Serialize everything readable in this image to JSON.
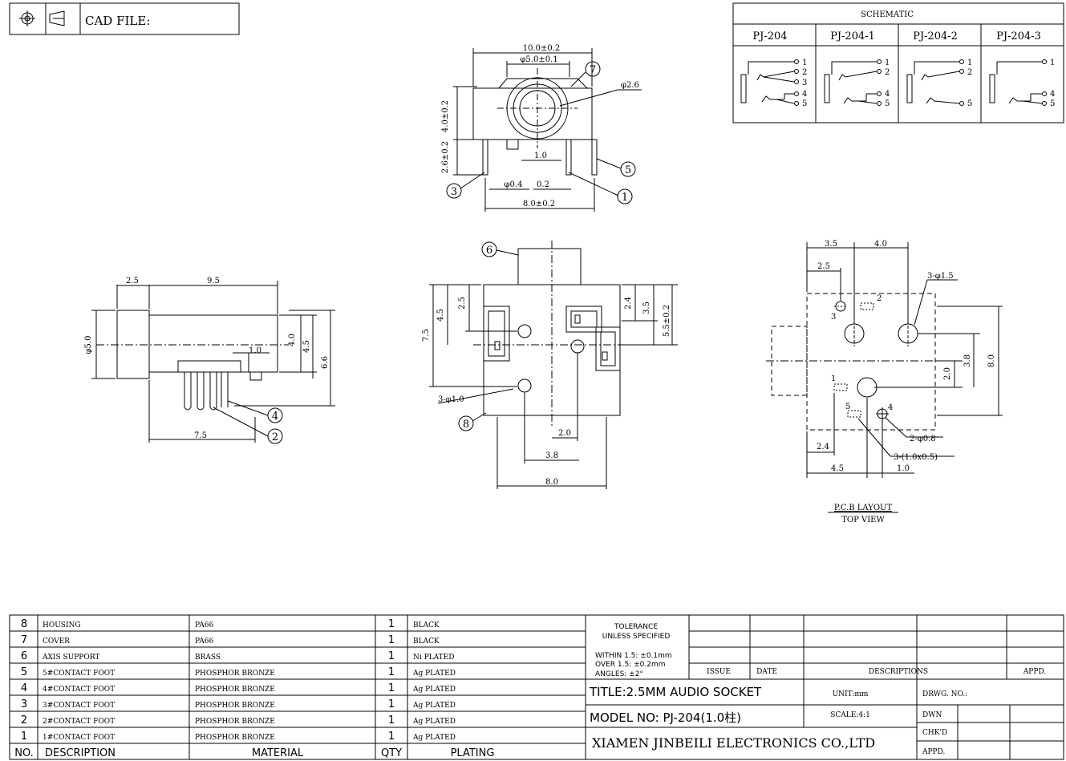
{
  "title_block_top": {
    "cad_label": "CAD FILE:"
  },
  "schematic": {
    "title": "SCHEMATIC",
    "variants": [
      "PJ-204",
      "PJ-204-1",
      "PJ-204-2",
      "PJ-204-3"
    ],
    "pins": {
      "v0": [
        "1",
        "2",
        "3",
        "4",
        "5"
      ],
      "v1": [
        "1",
        "2",
        "4",
        "5"
      ],
      "v2": [
        "1",
        "2",
        "5"
      ],
      "v3": [
        "1",
        "4",
        "5"
      ]
    }
  },
  "front_view": {
    "dims": [
      "10.0±0.2",
      "φ5.0±0.1",
      "φ2.6",
      "4.0±0.2",
      "2.6±0.2",
      "1.0",
      "φ0.4",
      "0.2",
      "8.0±0.2"
    ],
    "callouts": [
      "7",
      "5",
      "1",
      "3"
    ]
  },
  "side_view": {
    "dims": [
      "2.5",
      "9.5",
      "φ5.0",
      "4.0",
      "4.5",
      "6.6",
      "1.0",
      "7.5"
    ],
    "callouts": [
      "4",
      "2"
    ]
  },
  "top_view": {
    "dims": [
      "7.5",
      "4.5",
      "2.5",
      "2.4",
      "3.5",
      "5.5±0.2",
      "3-φ1.0",
      "2.0",
      "3.8",
      "8.0"
    ],
    "callouts": [
      "6",
      "8"
    ]
  },
  "pcb_layout": {
    "dims": [
      "3.5",
      "4.0",
      "2.5",
      "3-φ1.5",
      "2",
      "3",
      "1",
      "5",
      "4",
      "2.0",
      "3.8",
      "8.0",
      "2-φ0.8",
      "3-(1.0x0.5)",
      "2.4",
      "4.5",
      "1.0"
    ],
    "caption_main": "P.C.B LAYOUT",
    "caption_sub": "TOP VIEW"
  },
  "bom": {
    "headers": {
      "no": "NO.",
      "description": "DESCRIPTION",
      "material": "MATERIAL",
      "qty": "QTY",
      "plating": "PLATING"
    },
    "rows": [
      {
        "no": "8",
        "description": "HOUSING",
        "material": "PA66",
        "qty": "1",
        "plating": "BLACK"
      },
      {
        "no": "7",
        "description": "COVER",
        "material": "PA66",
        "qty": "1",
        "plating": "BLACK"
      },
      {
        "no": "6",
        "description": "AXIS SUPPORT",
        "material": "BRASS",
        "qty": "1",
        "plating": "Ni PLATED"
      },
      {
        "no": "5",
        "description": "5#CONTACT FOOT",
        "material": "PHOSPHOR BRONZE",
        "qty": "1",
        "plating": "Ag PLATED"
      },
      {
        "no": "4",
        "description": "4#CONTACT FOOT",
        "material": "PHOSPHOR BRONZE",
        "qty": "1",
        "plating": "Ag PLATED"
      },
      {
        "no": "3",
        "description": "3#CONTACT FOOT",
        "material": "PHOSPHOR BRONZE",
        "qty": "1",
        "plating": "Ag PLATED"
      },
      {
        "no": "2",
        "description": "2#CONTACT FOOT",
        "material": "PHOSPHOR BRONZE",
        "qty": "1",
        "plating": "Ag PLATED"
      },
      {
        "no": "1",
        "description": "1#CONTACT FOOT",
        "material": "PHOSPHOR BRONZE",
        "qty": "1",
        "plating": "Ag PLATED"
      }
    ]
  },
  "tolerance": {
    "title1": "TOLERANCE",
    "title2": "UNLESS SPECIFIED",
    "line1": "WITHIN 1.5: ±0.1mm",
    "line2": "OVER 1.5:  ±0.2mm",
    "line3": "ANGLES: ±2°"
  },
  "revision": {
    "issue": "ISSUE",
    "date": "DATE",
    "descriptions": "DESCRIPTIONS",
    "appd": "APPD."
  },
  "title_block": {
    "title": "TITLE:2.5MM AUDIO SOCKET",
    "model": "MODEL NO: PJ-204(1.0柱)",
    "company": "XIAMEN JINBEILI ELECTRONICS CO.,LTD",
    "unit": "UNIT:mm",
    "scale": "SCALE:4:1",
    "drwg_no": "DRWG. NO.:",
    "dwn": "DWN",
    "chkd": "CHK'D",
    "appd": "APPD."
  }
}
